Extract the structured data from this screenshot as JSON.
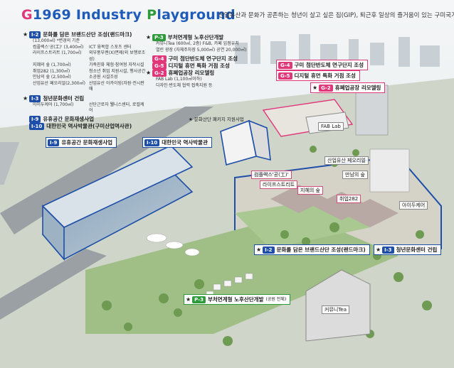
{
  "title": {
    "g": "G",
    "num": "1969 ",
    "i": "I",
    "ndustry": "ndustry ",
    "p": "P",
    "layground": "layground"
  },
  "subtitle": "산업유산과 문화가 공존하는 청년이 살고 싶은 집(GIP), 퇴근후 일상의 즐거움이 있는 구미국가산단",
  "left_panel": {
    "i2": {
      "tag": "I-2",
      "head": "문화를 담은 브랜드산단 조성(랜드마크)",
      "sub": "(13,000㎡)  *변경의 기준",
      "col1": [
        "컴플렉스'공(工)' (3,400㎡)",
        "라이프스트리트 (1,700㎡)",
        "지혜의 숲 (1,700㎡)",
        "취업282 (1,300㎡)",
        "만남의 숲 (2,500㎡)",
        "산업유산 페오리얼(2,300㎡)"
      ],
      "col2": [
        "ICT 융복합 스포츠 센터",
        "외부풍부렌(X)면제(외 보행로조성)",
        "가족친화 체험·참여형 자작시설",
        "청소년 취업 지원시설, 행사공간",
        "소공원 시설조성",
        "산업유산 아카이빙(자원·전시판매"
      ]
    },
    "i3": {
      "tag": "I-3",
      "head": "청년문화센터 건립",
      "col1": "아이두케어 (1,700㎡)",
      "col2": "산단근로자 웰니스센터, 로컬케어"
    },
    "i9": {
      "tag": "I-9",
      "head": "유휴공간 문화재생사업"
    },
    "i10": {
      "tag": "I-10",
      "head": "대한민국 역사박물관(구미산업역사관)"
    }
  },
  "mid_panel": {
    "p3": {
      "tag": "P-3",
      "head": "부처연계형 노후산단개발",
      "lines": [
        "커뮤니Tea (600㎡, 2층) F&B, 카페 입점유치",
        "열린 광장 (자체주차장 5,000㎡) 공연 20,000㎡)"
      ]
    },
    "g4": {
      "tag": "G-4",
      "head": "구미 첨단반도체 연구단지 조성"
    },
    "g5": {
      "tag": "G-5",
      "head": "디지털 휴먼 특화 거점 조성"
    },
    "g2": {
      "tag": "G-2",
      "head": "휴폐업공장 리모델링",
      "lines": [
        "FAB Lab (1,100㎡이하)",
        "디자인·반도체 협력 접촉지원 등"
      ]
    }
  },
  "callouts": {
    "g4": {
      "tag": "G-4",
      "text": "구미 첨단반도체 연구단지 조성"
    },
    "g5": {
      "tag": "G-5",
      "text": "디지털 휴먼 특화 거점 조성"
    },
    "g2": {
      "tag": "G-2",
      "text": "휴폐업공장 리모델링"
    },
    "i9": {
      "tag": "I-9",
      "text": "유휴공간 문화재생사업"
    },
    "i10": {
      "tag": "I-10",
      "text": "대한민국 역사박물관"
    },
    "i2": {
      "tag": "I-2",
      "text": "문화를 담은 브랜드산단 조성(랜드마크)"
    },
    "i3": {
      "tag": "I-3",
      "text": "청년문화센터 건립"
    },
    "p3": {
      "tag": "P-3",
      "text": "부처연계형 노후산단개발",
      "small": "(공원 전체)"
    }
  },
  "small_note": "문화산단 패키지 지원사업",
  "buildings": {
    "fablab": "FAB Lab",
    "sanup": "산업유산 페오리얼",
    "complex": "컴플렉스'공(工)'",
    "life": "라이프스트리트",
    "manam": "만남의 숲",
    "jihye": "지혜의 숲",
    "chwieop": "취업282",
    "idocare": "아이두케어",
    "tea": "커뮤니Tea"
  },
  "colors": {
    "blue": "#1d4ea8",
    "green": "#2e9b3a",
    "pink": "#e0377a"
  }
}
